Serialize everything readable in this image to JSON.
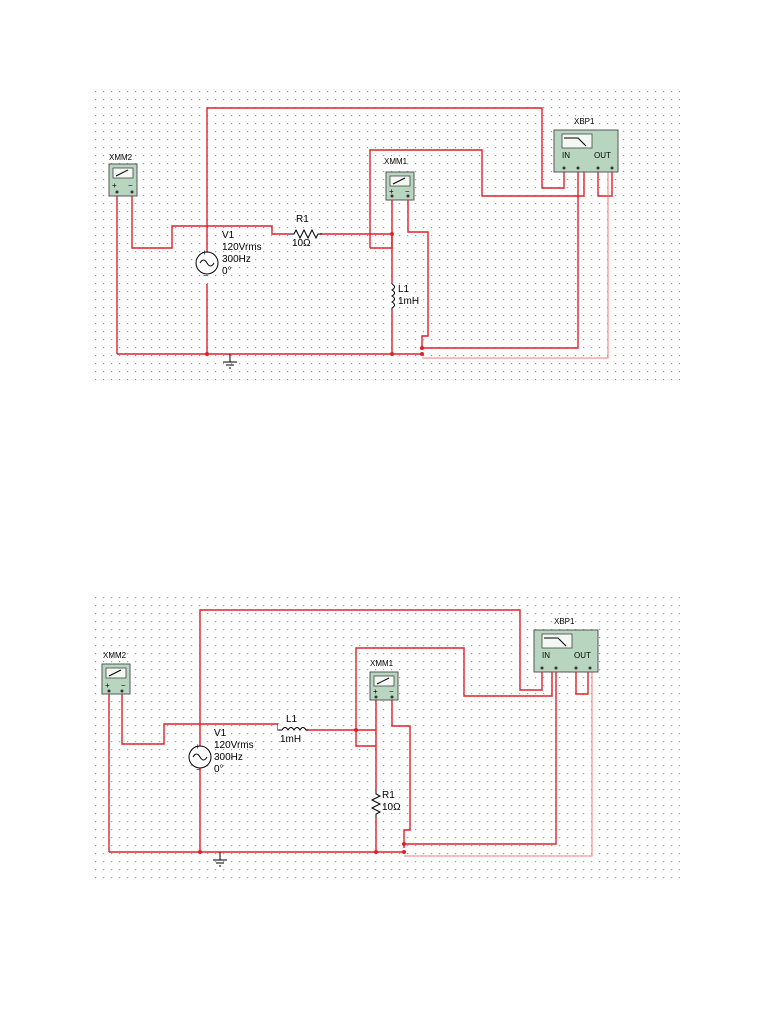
{
  "schematics": [
    {
      "r_label": "R1",
      "r_value": "10Ω",
      "l_label": "L1",
      "l_value": "1mH",
      "source_label": "V1",
      "source_voltage": "120Vrms",
      "source_freq": "300Hz",
      "source_phase": "0°",
      "meter_left": "XMM2",
      "meter_right": "XMM1",
      "bode_label": "XBP1",
      "bode_in": "IN",
      "bode_out": "OUT"
    },
    {
      "r_label": "R1",
      "r_value": "10Ω",
      "l_label": "L1",
      "l_value": "1mH",
      "source_label": "V1",
      "source_voltage": "120Vrms",
      "source_freq": "300Hz",
      "source_phase": "0°",
      "meter_left": "XMM2",
      "meter_right": "XMM1",
      "bode_label": "XBP1",
      "bode_in": "IN",
      "bode_out": "OUT"
    }
  ],
  "colors": {
    "wire": "#e0202a",
    "grid_dot": "#9a9a9a",
    "instrument": "#b8d6bf"
  }
}
